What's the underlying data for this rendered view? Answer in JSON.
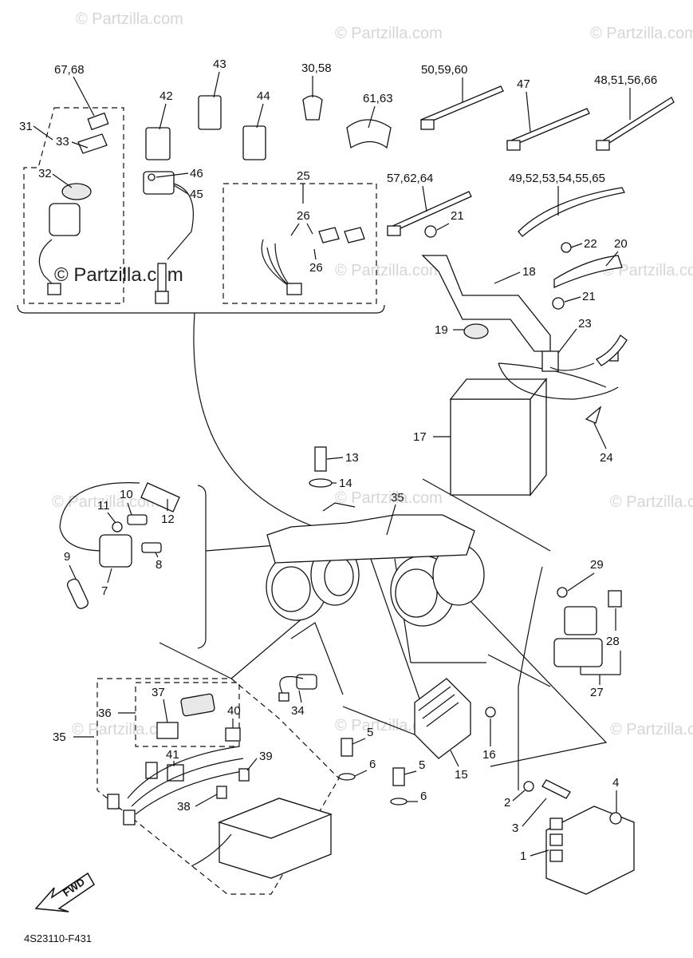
{
  "watermark": "© Partzilla.com",
  "diagram_code": "4S23110-F431",
  "fwd_label": "FWD",
  "callouts": {
    "c1": "1",
    "c2": "2",
    "c3": "3",
    "c4": "4",
    "c5a": "5",
    "c5b": "5",
    "c6a": "6",
    "c6b": "6",
    "c7": "7",
    "c8": "8",
    "c9": "9",
    "c10": "10",
    "c11": "11",
    "c12": "12",
    "c13": "13",
    "c14": "14",
    "c15": "15",
    "c16": "16",
    "c17": "17",
    "c18": "18",
    "c19": "19",
    "c20": "20",
    "c21a": "21",
    "c21b": "21",
    "c22": "22",
    "c23": "23",
    "c24": "24",
    "c25": "25",
    "c26a": "26",
    "c26b": "26",
    "c27": "27",
    "c28": "28",
    "c29": "29",
    "c30": "30,58",
    "c31": "31",
    "c32": "32",
    "c33": "33",
    "c34": "34",
    "c35a": "35",
    "c35b": "35",
    "c36": "36",
    "c37": "37",
    "c38": "38",
    "c39": "39",
    "c40": "40",
    "c41": "41",
    "c42": "42",
    "c43": "43",
    "c44": "44",
    "c45": "45",
    "c46": "46",
    "c47": "47",
    "c48": "48,51,56,66",
    "c49": "49,52,53,54,55,65",
    "c50": "50,59,60",
    "c57": "57,62,64",
    "c61": "61,63",
    "c67": "67,68"
  }
}
